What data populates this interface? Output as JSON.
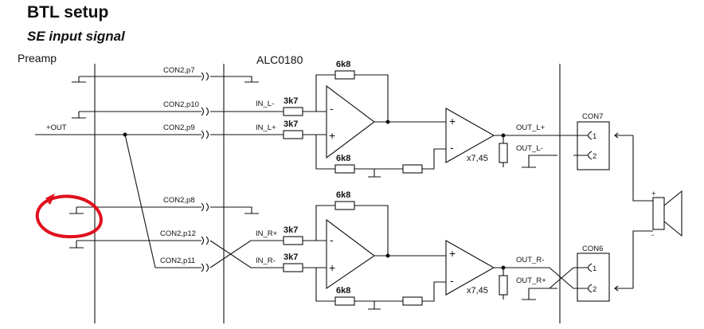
{
  "title": "BTL setup",
  "subtitle": "SE input signal",
  "labels": {
    "preamp": "Preamp",
    "chip": "ALC0180",
    "out": "+OUT",
    "con2_p7": "CON2,p7",
    "con2_p10": "CON2,p10",
    "con2_p9": "CON2,p9",
    "con2_p8": "CON2,p8",
    "con2_p12": "CON2,p12",
    "con2_p11": "CON2,p11",
    "in_l_minus": "IN_L-",
    "in_l_plus": "IN_L+",
    "in_r_plus": "IN_R+",
    "in_r_minus": "IN_R-",
    "r_in": "3k7",
    "r_fb": "6k8",
    "out_l_plus": "OUT_L+",
    "out_l_minus": "OUT_L-",
    "out_r_minus": "OUT_R-",
    "out_r_plus": "OUT_R+",
    "con7": "CON7",
    "con6": "CON6",
    "pin1": "1",
    "pin2": "2",
    "gain": "x7,45",
    "plus": "+",
    "minus": "-"
  },
  "colors": {
    "line": "#111111",
    "annotation": "#e0101e"
  }
}
